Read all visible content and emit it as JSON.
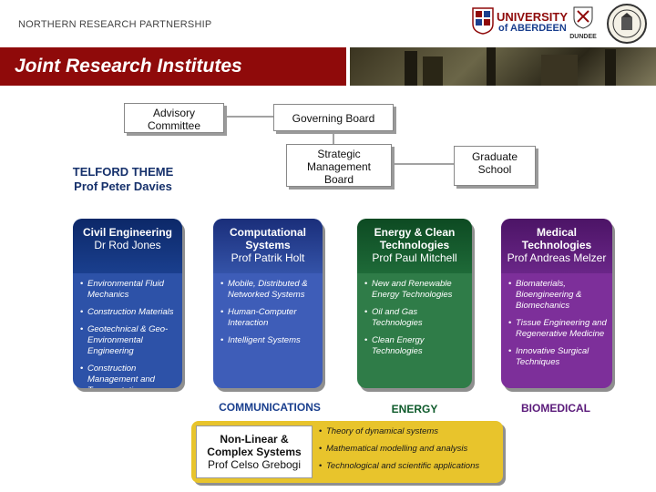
{
  "header": {
    "organization": "NORTHERN RESEARCH PARTNERSHIP",
    "logo_aberdeen_line1": "UNIVERSITY",
    "logo_aberdeen_line2": "of ABERDEEN",
    "logo_dundee_caption": "DUNDEE"
  },
  "title_bar": {
    "title": "Joint Research Institutes"
  },
  "governance": {
    "advisory": "Advisory Committee",
    "governing": "Governing Board",
    "strategic": "Strategic Management Board",
    "graduate": "Graduate School"
  },
  "theme": {
    "name": "TELFORD THEME",
    "lead": "Prof Peter Davies"
  },
  "columns": [
    {
      "title": "Civil Engineering",
      "lead": "Dr Rod Jones",
      "items": [
        "Environmental Fluid Mechanics",
        "Construction Materials",
        "Geotechnical & Geo-Environmental Engineering",
        "Construction Management and Transportation"
      ]
    },
    {
      "title": "Computational Systems",
      "lead": "Prof Patrik Holt",
      "items": [
        "Mobile, Distributed & Networked Systems",
        "Human-Computer Interaction",
        "Intelligent Systems"
      ]
    },
    {
      "title": "Energy & Clean Technologies",
      "lead": "Prof Paul Mitchell",
      "items": [
        "New and Renewable Energy Technologies",
        "Oil and Gas Technologies",
        "Clean Energy Technologies"
      ]
    },
    {
      "title": "Medical Technologies",
      "lead": "Prof Andreas Melzer",
      "items": [
        "Biomaterials, Bioengineering & Biomechanics",
        "Tissue Engineering and Regenerative Medicine",
        "Innovative Surgical Techniques"
      ]
    }
  ],
  "labels": {
    "communications": "COMMUNICATIONS",
    "energy": "ENERGY",
    "biomedical": "BIOMEDICAL"
  },
  "nonlinear": {
    "title": "Non-Linear & Complex Systems",
    "lead": "Prof Celso Grebogi",
    "items": [
      "Theory of dynamical systems",
      "Mathematical modelling and analysis",
      "Technological and scientific applications"
    ]
  },
  "colors": {
    "title_bar": "#8f0a0a",
    "civil": "#2d52a8",
    "computational": "#3e5db8",
    "energy": "#2f7c48",
    "medical": "#7d2f9a",
    "nonlinear": "#e8c42c"
  }
}
